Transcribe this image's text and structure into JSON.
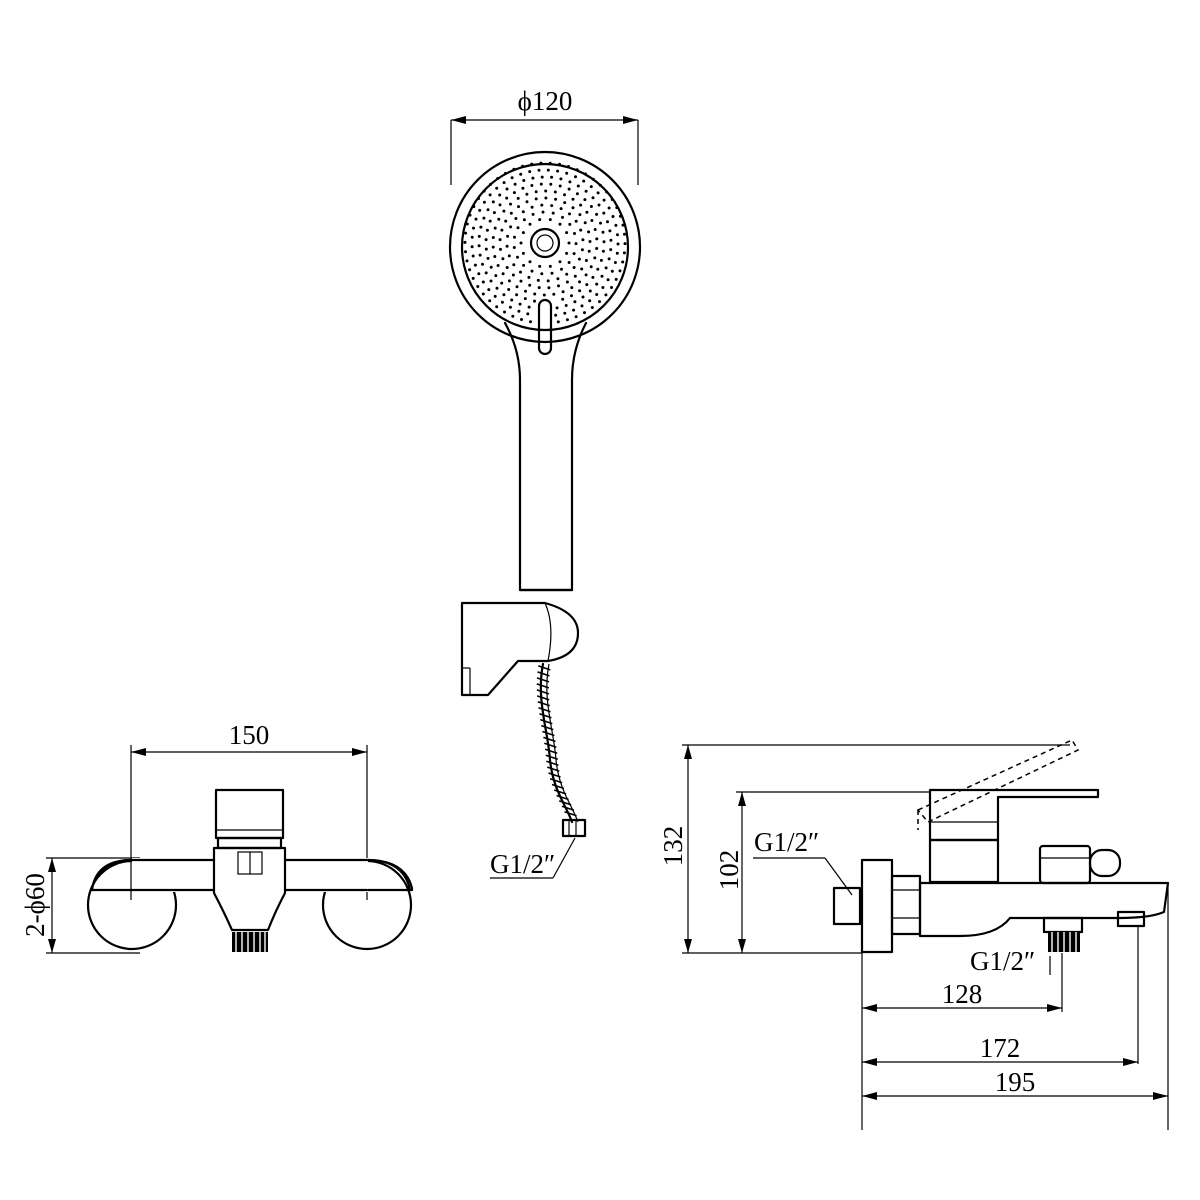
{
  "dimensions": {
    "head_diameter": "ϕ120",
    "front_width": "150",
    "flange": "2-ϕ60",
    "hose_thread": "G1/2″",
    "inlet_thread": "G1/2″",
    "outlet_thread": "G1/2″",
    "height_total": "132",
    "height_body": "102",
    "len_128": "128",
    "len_172": "172",
    "len_195": "195"
  }
}
